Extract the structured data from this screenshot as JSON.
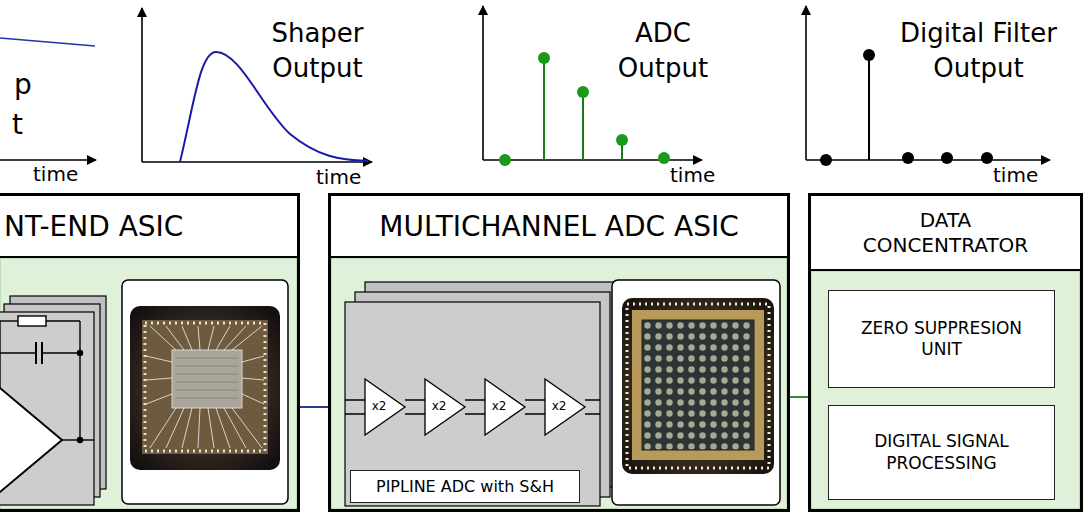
{
  "diagram": {
    "nodes": [
      {
        "text": [
          "NT-END ASIC"
        ]
      },
      {
        "text": [
          "MULTICHANNEL ADC ASIC"
        ]
      },
      {
        "text": [
          "PIPLINE ADC with S&H"
        ],
        "in": 1
      },
      {
        "text": [
          "DATA CONCENTRATOR"
        ]
      },
      {
        "text": [
          "ZERO SUPPRESION UNIT"
        ],
        "in": 3
      },
      {
        "text": [
          "DIGITAL SIGNAL PROCESSING"
        ],
        "in": 3
      }
    ],
    "edges": [
      {
        "from": 0,
        "to": 1,
        "arrow": "none"
      },
      {
        "from": 1,
        "to": 3,
        "arrow": "none"
      }
    ],
    "labels": [
      "p",
      "t",
      "time",
      "Shaper Output",
      "time",
      "ADC Output",
      "time",
      "Digital Filter Output",
      "time",
      "x2",
      "x2",
      "x2",
      "x2"
    ]
  }
}
